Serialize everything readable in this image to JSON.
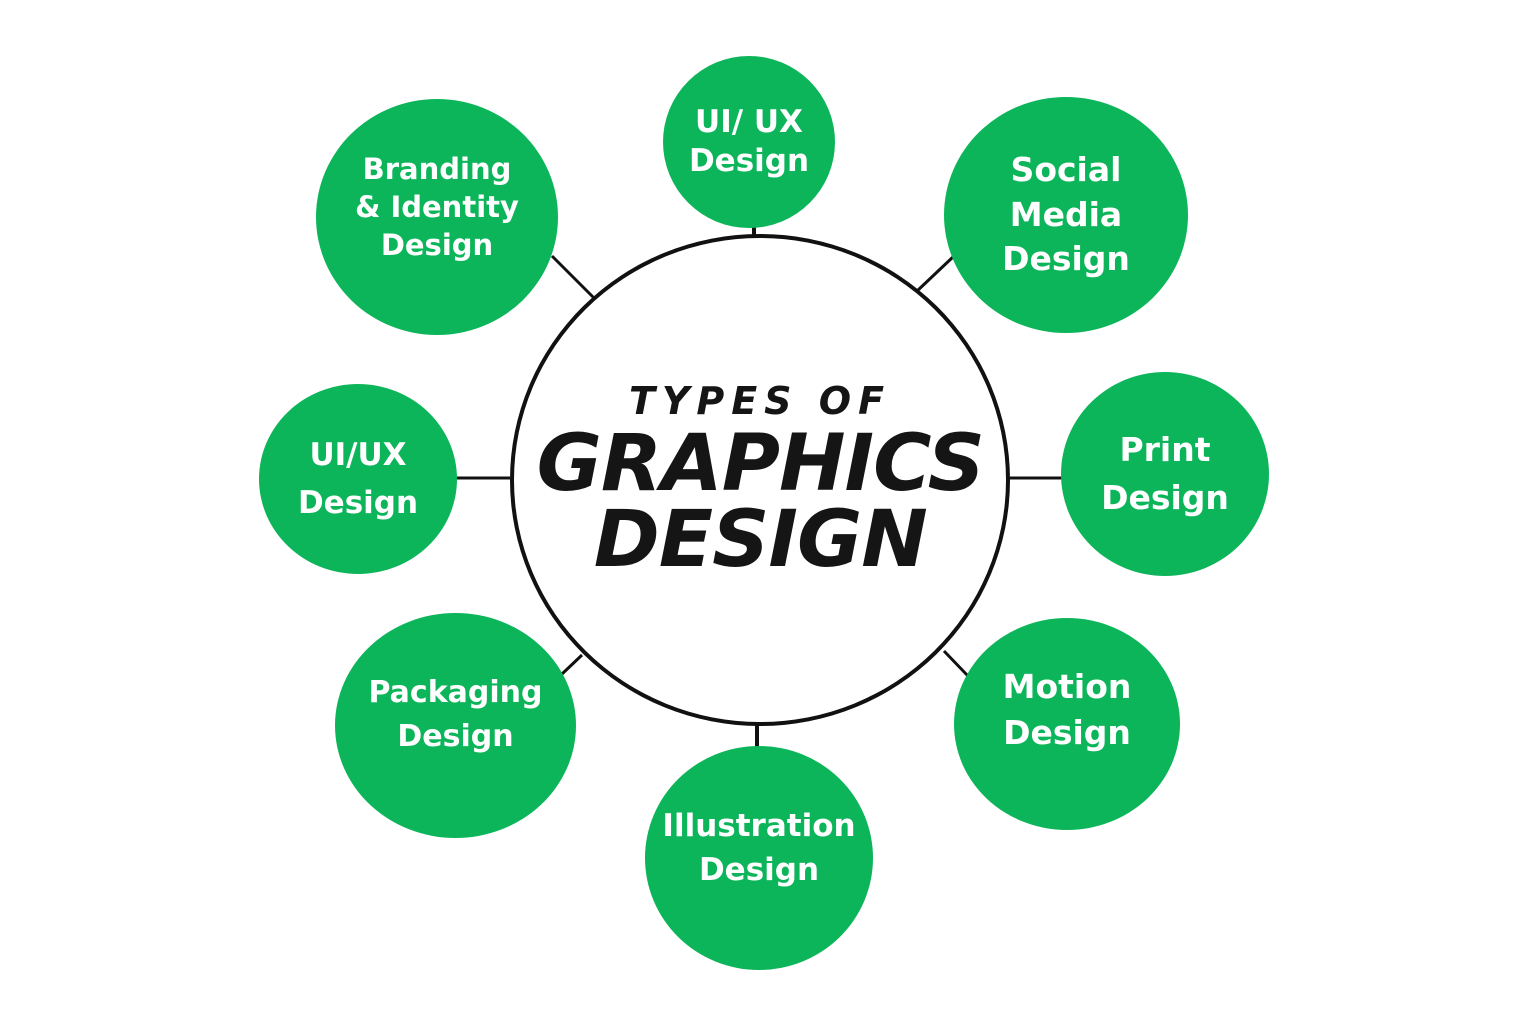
{
  "hub": {
    "subtitle": "TYPES OF",
    "title_line1": "GRAPHICS",
    "title_line2": "DESIGN"
  },
  "colors": {
    "node_fill": "#0db55a",
    "node_text": "#ffffff",
    "hub_stroke": "#111111",
    "hub_text": "#151515",
    "background": "#ffffff"
  },
  "nodes": [
    {
      "id": "ui-ux-top",
      "label": "UI/ UX\nDesign"
    },
    {
      "id": "social-media",
      "label": "Social\nMedia\nDesign"
    },
    {
      "id": "print",
      "label": "Print\nDesign"
    },
    {
      "id": "motion",
      "label": "Motion\nDesign"
    },
    {
      "id": "illustration",
      "label": "Illustration\nDesign"
    },
    {
      "id": "packaging",
      "label": "Packaging\nDesign"
    },
    {
      "id": "ui-ux-left",
      "label": "UI/UX\nDesign"
    },
    {
      "id": "branding",
      "label": "Branding\n& Identity\nDesign"
    }
  ]
}
